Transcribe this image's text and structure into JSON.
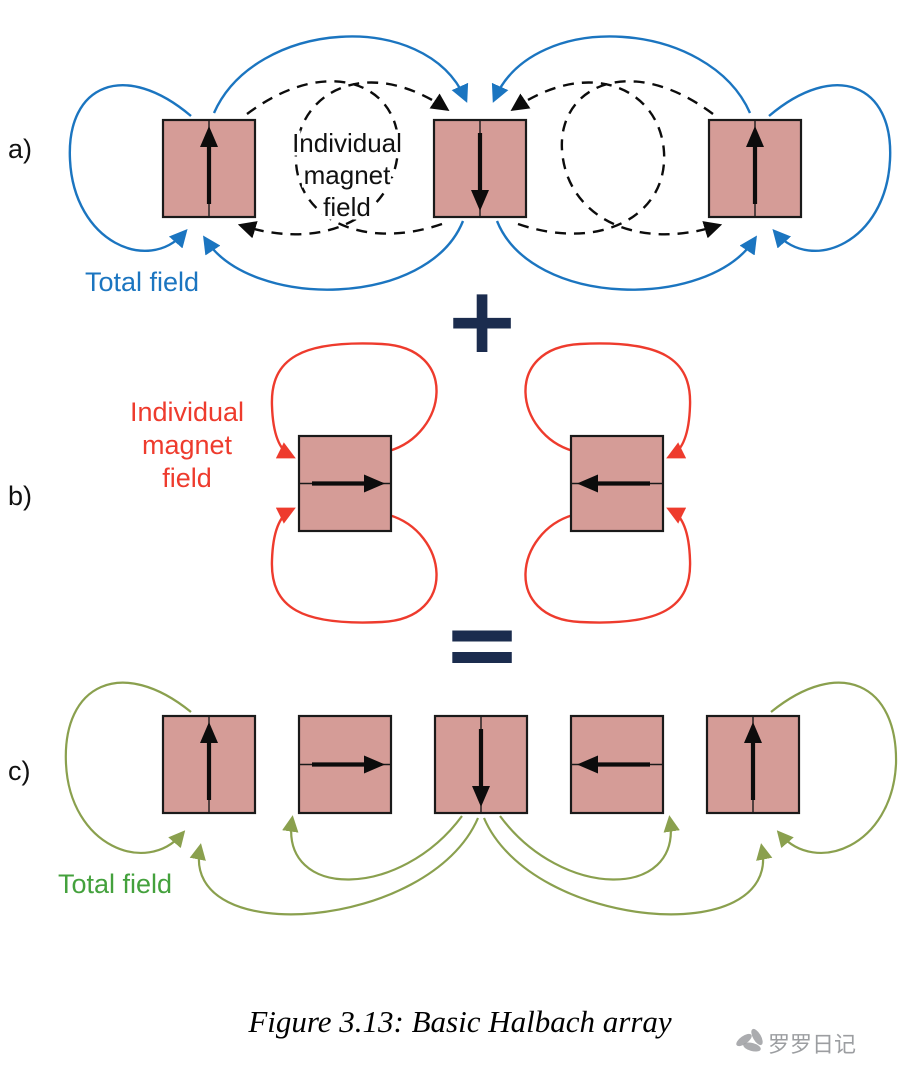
{
  "colors": {
    "magnet_fill": "#d59c97",
    "magnet_stroke": "#1a1a1a",
    "blue": "#1b75c0",
    "red": "#ee3b2d",
    "green_line": "#8aa04e",
    "green_text": "#44a13d",
    "navy": "#1b2c4e",
    "watermark": "#9c9ea1"
  },
  "panels": {
    "a": {
      "label": "a)",
      "magnets": [
        "up",
        "down",
        "up"
      ],
      "center_label": [
        "Individual",
        "magnet",
        "field"
      ],
      "total_field_label": "Total field"
    },
    "b": {
      "label": "b)",
      "magnets": [
        "right",
        "left"
      ],
      "side_label": [
        "Individual",
        "magnet",
        "field"
      ]
    },
    "c": {
      "label": "c)",
      "magnets": [
        "up",
        "right",
        "down",
        "left",
        "up"
      ],
      "total_field_label": "Total field"
    }
  },
  "operators": {
    "plus": "+",
    "equals": "="
  },
  "caption": "Figure 3.13: Basic Halbach array",
  "watermark": {
    "text": "罗罗日记"
  }
}
